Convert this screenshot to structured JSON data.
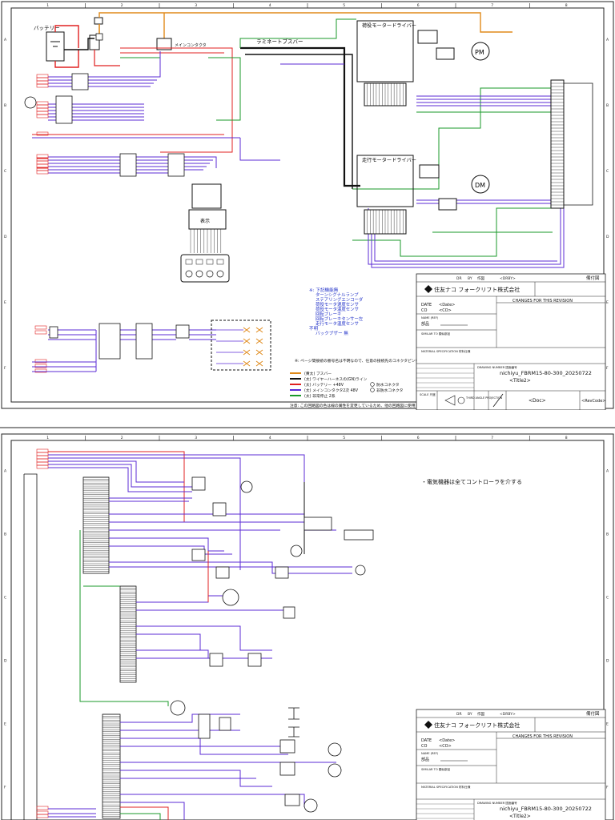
{
  "colors": {
    "red": "#e02020",
    "purple": "#5b2bd6",
    "green": "#1a9a2a",
    "orange": "#e08a1a",
    "black": "#111111",
    "blue": "#2030c8",
    "frame": "#222222"
  },
  "sheet1": {
    "battery_label": "バッテリー",
    "key_switch_label": "メインコンタクタ",
    "bus_label": "ラミネートブスバー",
    "lift_driver_label": "荷役モータードライバー",
    "travel_driver_label": "走行モータードライバー",
    "pm_label": "PM",
    "dm_label": "DM",
    "display_label": "表示",
    "notes": {
      "title": "※: 下記機能無",
      "items": [
        "ターンシグナルランプ",
        "ステアリングエンコーダ",
        "荷役モータ速度センサ",
        "荷役モータ温度センサ",
        "回転ブレーキ",
        "回転ブレーキセンサー左",
        "走行モータ温度センサ"
      ],
      "extra_title": "不明",
      "extra_item": "バックブザー 無"
    },
    "note_connector": "※: ページ間接続の番号名は不明なので、任意の接続先のコネクタピン番号とする",
    "legend": [
      {
        "color_key": "orange",
        "label": "(黄太) ブスバー"
      },
      {
        "color_key": "black",
        "label": "(太) ワイヤーハーネスの(GN)ライン"
      },
      {
        "color_key": "red",
        "label": "(太) バッテリー +48V"
      },
      {
        "color_key": "purple",
        "label": "(太) メインコンタクタ2次 48V"
      },
      {
        "color_key": "green",
        "label": "(太) 非常停止 2系"
      }
    ],
    "legend_marks": [
      "防水コネクタ",
      "非防水コネクタ"
    ],
    "note_bottom": "注意: この回路図の色は線の属性を変更しているため、他の回路図に使用しないこと。"
  },
  "title_block": {
    "company": "住友ナコ フォークリフト株式会社",
    "dr_label": "DR",
    "by_label": "BY",
    "sakusei": "作図",
    "drby": "<DRBY>",
    "sheet_label": "備付図",
    "changes": "CHANGES FOR THIS REVISION",
    "date_label": "DATE",
    "date_value": "<Date>",
    "co_label": "CO",
    "co_value": "<CO>",
    "name_label": "NAME (REF)",
    "name_value": "部品",
    "similar_label": "SIMILAR TO 類似部品",
    "material_label": "MATERIAL SPECIFICATION 材料仕様",
    "drawing_no_label": "DRAWING NUMBER 図面番号",
    "drawing_no": "nichiyu_FBRM15-80-300_20250722",
    "title2": "<Title2>",
    "scale_label": "SCALE 尺度",
    "third_angle": "THIRD ANGLE PROJECTION",
    "doc": "<Doc>",
    "revcode": "<RevCode>",
    "sheet_size": "A2"
  },
  "sheet2": {
    "note": "・電気機器は全てコントローラを介する"
  },
  "column_numbers": [
    "1",
    "2",
    "3",
    "4",
    "5",
    "6",
    "7",
    "8"
  ],
  "row_letters": [
    "A",
    "B",
    "C",
    "D",
    "E",
    "F"
  ]
}
